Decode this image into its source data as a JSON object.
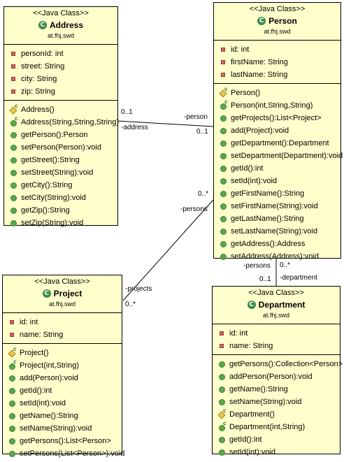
{
  "classes": {
    "address": {
      "stereotype": "<<Java Class>>",
      "name": "Address",
      "package": "at.fhj.swd",
      "fields": [
        "personId: int",
        "street: String",
        "city: String",
        "zip: String"
      ],
      "methods": [
        "Address()",
        "Address(String,String,String)",
        "getPerson():Person",
        "setPerson(Person):void",
        "getStreet():String",
        "setStreet(String):void",
        "getCity():String",
        "setCity(String):void",
        "getZip():String",
        "setZip(String):void"
      ]
    },
    "person": {
      "stereotype": "<<Java Class>>",
      "name": "Person",
      "package": "at.fhj.swd",
      "fields": [
        "id: int",
        "firstName: String",
        "lastName: String"
      ],
      "methods": [
        "Person()",
        "Person(int,String,String)",
        "getProjects():List<Project>",
        "add(Project):void",
        "getDepartment():Department",
        "setDepartment(Department):void",
        "getId():int",
        "setId(int):void",
        "getFirstName():String",
        "setFirstName(String):void",
        "getLastName():String",
        "setLastName(String):void",
        "getAddress():Address",
        "setAddress(Address):void"
      ]
    },
    "project": {
      "stereotype": "<<Java Class>>",
      "name": "Project",
      "package": "at.fhj.swd",
      "fields": [
        "id: int",
        "name: String"
      ],
      "methods": [
        "Project()",
        "Project(int,String)",
        "add(Person):void",
        "getId():int",
        "setId(int):void",
        "getName():String",
        "setName(String):void",
        "getPersons():List<Person>",
        "setPersons(List<Person>):void"
      ]
    },
    "department": {
      "stereotype": "<<Java Class>>",
      "name": "Department",
      "package": "at.fhj.swd",
      "fields": [
        "id: int",
        "name: String"
      ],
      "methods": [
        "getPersons():Collection<Person>",
        "addPerson(Person):void",
        "getName():String",
        "setName(String):void",
        "Department()",
        "Department(int,String)",
        "getId():int",
        "setId(int):void"
      ]
    }
  },
  "associations": {
    "address_person": {
      "address_mult": "0..1",
      "person_role": "-person",
      "address_role": "-address",
      "person_mult": "0..1"
    },
    "person_project": {
      "person_mult": "0..*",
      "person_role": "-persons",
      "project_role": "-projects",
      "project_mult": "0..*"
    },
    "person_department": {
      "persons_role": "-persons",
      "persons_mult": "0..*",
      "department_mult": "0..1",
      "department_role": "-department"
    }
  }
}
